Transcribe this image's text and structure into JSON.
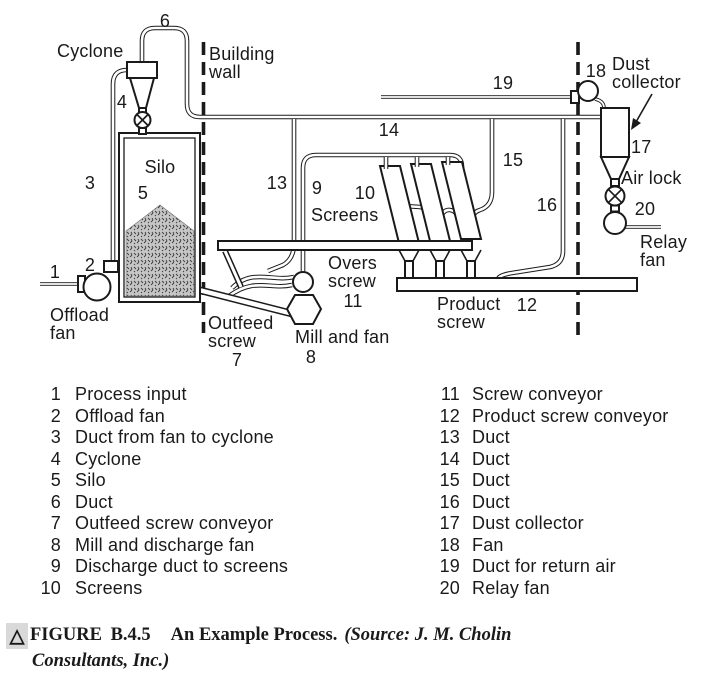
{
  "colors": {
    "ink": "#1a1a1a",
    "paper": "#ffffff",
    "silo_fill": "#c6c6c6",
    "marker_bg": "#d9d9d9"
  },
  "diagram": {
    "labels": {
      "cyclone": "Cyclone",
      "building_wall_1": "Building",
      "building_wall_2": "wall",
      "silo": "Silo",
      "offload_fan_1": "Offload",
      "offload_fan_2": "fan",
      "outfeed_screw_1": "Outfeed",
      "outfeed_screw_2": "screw",
      "mill_and_fan": "Mill and fan",
      "screens": "Screens",
      "overs_screw_1": "Overs",
      "overs_screw_2": "screw",
      "product_screw_1": "Product",
      "product_screw_2": "screw",
      "dust_collector_1": "Dust",
      "dust_collector_2": "collector",
      "air_lock": "Air lock",
      "relay_fan_1": "Relay",
      "relay_fan_2": "fan"
    },
    "numbers": {
      "n1": "1",
      "n2": "2",
      "n3": "3",
      "n4": "4",
      "n5": "5",
      "n6": "6",
      "n7": "7",
      "n8": "8",
      "n9": "9",
      "n10": "10",
      "n11": "11",
      "n12": "12",
      "n13": "13",
      "n14": "14",
      "n15": "15",
      "n16": "16",
      "n17": "17",
      "n18": "18",
      "n19": "19",
      "n20": "20"
    }
  },
  "legend": {
    "left": [
      {
        "num": "1",
        "label": "Process input"
      },
      {
        "num": "2",
        "label": "Offload fan"
      },
      {
        "num": "3",
        "label": "Duct from fan to cyclone"
      },
      {
        "num": "4",
        "label": "Cyclone"
      },
      {
        "num": "5",
        "label": "Silo"
      },
      {
        "num": "6",
        "label": "Duct"
      },
      {
        "num": "7",
        "label": "Outfeed screw conveyor"
      },
      {
        "num": "8",
        "label": "Mill and discharge fan"
      },
      {
        "num": "9",
        "label": "Discharge duct to screens"
      },
      {
        "num": "10",
        "label": "Screens"
      }
    ],
    "right": [
      {
        "num": "11",
        "label": "Screw conveyor"
      },
      {
        "num": "12",
        "label": "Product screw conveyor"
      },
      {
        "num": "13",
        "label": "Duct"
      },
      {
        "num": "14",
        "label": "Duct"
      },
      {
        "num": "15",
        "label": "Duct"
      },
      {
        "num": "16",
        "label": "Duct"
      },
      {
        "num": "17",
        "label": "Dust collector"
      },
      {
        "num": "18",
        "label": "Fan"
      },
      {
        "num": "19",
        "label": "Duct for return air"
      },
      {
        "num": "20",
        "label": "Relay fan"
      }
    ]
  },
  "caption": {
    "marker": "△",
    "figure_label": "FIGURE B.4.5",
    "title": "An Example Process.",
    "source_line1": "(Source: J. M. Cholin",
    "source_line2": "Consultants, Inc.)"
  }
}
